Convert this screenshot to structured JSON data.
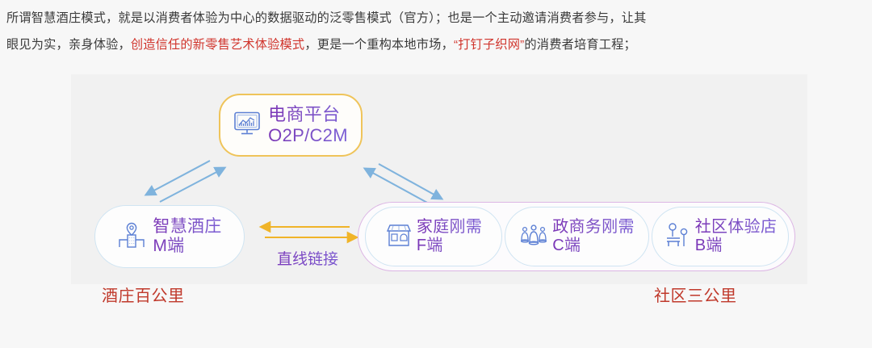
{
  "paragraph": {
    "line1_a": "所谓智慧酒庄模式，就是以消费者体验为中心的数据驱动的泛零售模式（官方）；也是一个主动邀请消费者参与，让其",
    "line2_a": "眼见为实，亲身体验，",
    "line2_highlight1": "创造信任的新零售艺术体验模式",
    "line2_b": "，更是一个重构本地市场，",
    "line2_highlight2": "“打钉子织网”",
    "line2_c": "的消费者培育工程；",
    "highlight_color": "#d0342c"
  },
  "diagram": {
    "top_node": {
      "line1": "电商平台",
      "line2": "O2P/C2M",
      "icon": "monitor-chart-icon",
      "border_color": "#efc45a"
    },
    "left_node": {
      "line1": "智慧酒庄",
      "line2": "M端",
      "icon": "building-location-icon",
      "border_color": "#cfe4f2"
    },
    "cluster": {
      "border_color": "#dcb6e4",
      "nodes": [
        {
          "line1": "家庭刚需",
          "line2": "F端",
          "icon": "storefront-icon"
        },
        {
          "line1": "政商务刚需",
          "line2": "C端",
          "icon": "people-group-icon"
        },
        {
          "line1": "社区体验店",
          "line2": "B端",
          "icon": "park-bench-tree-icon"
        }
      ]
    },
    "link_label": "直线链接",
    "link_arrow_color": "#f0b429",
    "connector_color": "#7fb3dd",
    "text_gradient_from": "#7b33b5",
    "text_gradient_to": "#7a5fd6",
    "caption_left": "酒庄百公里",
    "caption_right": "社区三公里",
    "caption_color": "#c0392b"
  }
}
